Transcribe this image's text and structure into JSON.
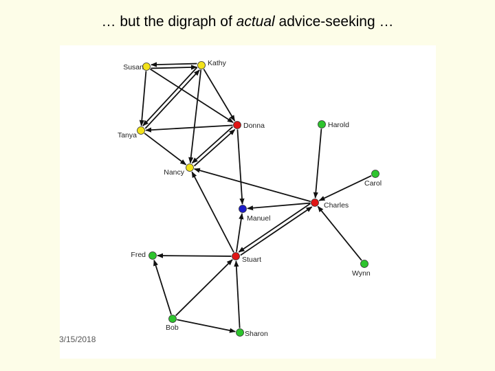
{
  "slide": {
    "title_prefix": "… but the digraph of ",
    "title_emphasis": "actual",
    "title_suffix": " advice-seeking …",
    "date": "3/15/2018"
  },
  "graph": {
    "colors": {
      "yellow": "#f2e21a",
      "red": "#e01515",
      "green": "#2ec42e",
      "blue": "#1c1cc8",
      "edge": "#111111"
    },
    "nodes": [
      {
        "id": "susan",
        "label": "Susan",
        "color": "yellow"
      },
      {
        "id": "kathy",
        "label": "Kathy",
        "color": "yellow"
      },
      {
        "id": "tanya",
        "label": "Tanya",
        "color": "yellow"
      },
      {
        "id": "donna",
        "label": "Donna",
        "color": "red"
      },
      {
        "id": "harold",
        "label": "Harold",
        "color": "green"
      },
      {
        "id": "nancy",
        "label": "Nancy",
        "color": "yellow"
      },
      {
        "id": "carol",
        "label": "Carol",
        "color": "green"
      },
      {
        "id": "charles",
        "label": "Charles",
        "color": "red"
      },
      {
        "id": "manuel",
        "label": "Manuel",
        "color": "blue"
      },
      {
        "id": "fred",
        "label": "Fred",
        "color": "green"
      },
      {
        "id": "stuart",
        "label": "Stuart",
        "color": "red"
      },
      {
        "id": "wynn",
        "label": "Wynn",
        "color": "green"
      },
      {
        "id": "bob",
        "label": "Bob",
        "color": "green"
      },
      {
        "id": "sharon",
        "label": "Sharon",
        "color": "green"
      }
    ],
    "edges": [
      {
        "from": "susan",
        "to": "kathy"
      },
      {
        "from": "kathy",
        "to": "susan"
      },
      {
        "from": "susan",
        "to": "tanya"
      },
      {
        "from": "susan",
        "to": "donna"
      },
      {
        "from": "kathy",
        "to": "tanya"
      },
      {
        "from": "tanya",
        "to": "kathy"
      },
      {
        "from": "kathy",
        "to": "donna"
      },
      {
        "from": "kathy",
        "to": "nancy"
      },
      {
        "from": "donna",
        "to": "tanya"
      },
      {
        "from": "tanya",
        "to": "nancy"
      },
      {
        "from": "nancy",
        "to": "donna"
      },
      {
        "from": "donna",
        "to": "nancy"
      },
      {
        "from": "donna",
        "to": "manuel"
      },
      {
        "from": "harold",
        "to": "charles"
      },
      {
        "from": "carol",
        "to": "charles"
      },
      {
        "from": "charles",
        "to": "nancy"
      },
      {
        "from": "charles",
        "to": "manuel"
      },
      {
        "from": "charles",
        "to": "stuart"
      },
      {
        "from": "stuart",
        "to": "charles"
      },
      {
        "from": "wynn",
        "to": "charles"
      },
      {
        "from": "stuart",
        "to": "manuel"
      },
      {
        "from": "stuart",
        "to": "nancy"
      },
      {
        "from": "stuart",
        "to": "fred"
      },
      {
        "from": "bob",
        "to": "fred"
      },
      {
        "from": "bob",
        "to": "stuart"
      },
      {
        "from": "bob",
        "to": "sharon"
      },
      {
        "from": "sharon",
        "to": "stuart"
      }
    ]
  }
}
